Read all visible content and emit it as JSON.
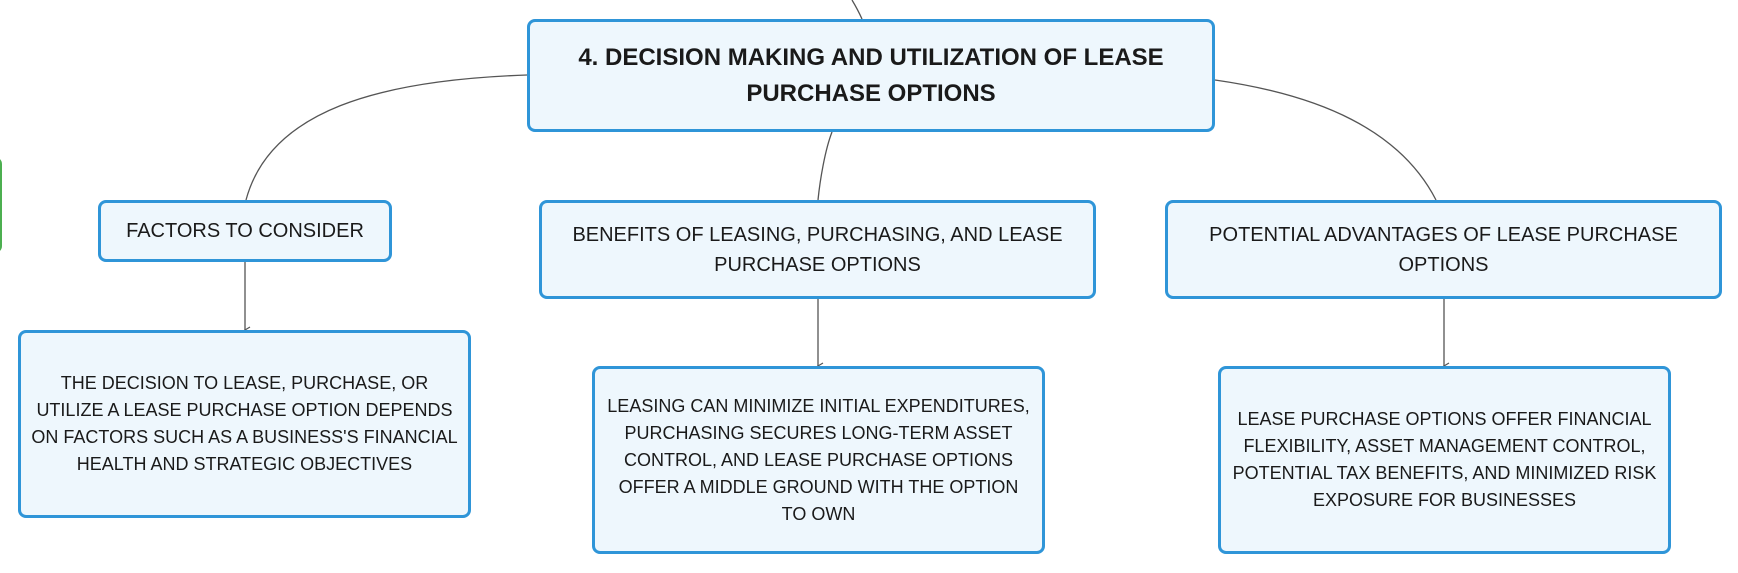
{
  "root": {
    "title": "4. DECISION MAKING AND UTILIZATION OF LEASE PURCHASE OPTIONS"
  },
  "branches": [
    {
      "label": "FACTORS TO CONSIDER",
      "detail": "THE DECISION TO LEASE, PURCHASE, OR UTILIZE A LEASE PURCHASE OPTION DEPENDS ON FACTORS SUCH AS A BUSINESS'S FINANCIAL HEALTH AND STRATEGIC OBJECTIVES"
    },
    {
      "label": "BENEFITS OF LEASING, PURCHASING, AND LEASE PURCHASE OPTIONS",
      "detail": "LEASING CAN MINIMIZE INITIAL EXPENDITURES, PURCHASING SECURES LONG-TERM ASSET CONTROL, AND LEASE PURCHASE OPTIONS OFFER A MIDDLE GROUND WITH THE OPTION TO OWN"
    },
    {
      "label": "POTENTIAL ADVANTAGES OF LEASE PURCHASE OPTIONS",
      "detail": "LEASE PURCHASE OPTIONS OFFER FINANCIAL FLEXIBILITY, ASSET MANAGEMENT CONTROL, POTENTIAL TAX BENEFITS, AND MINIMIZED RISK EXPOSURE FOR BUSINESSES"
    }
  ],
  "colors": {
    "node_fill": "#eef7fd",
    "node_border": "#2f95d8",
    "connector": "#555555",
    "offscreen_node_border": "#4caf50"
  }
}
